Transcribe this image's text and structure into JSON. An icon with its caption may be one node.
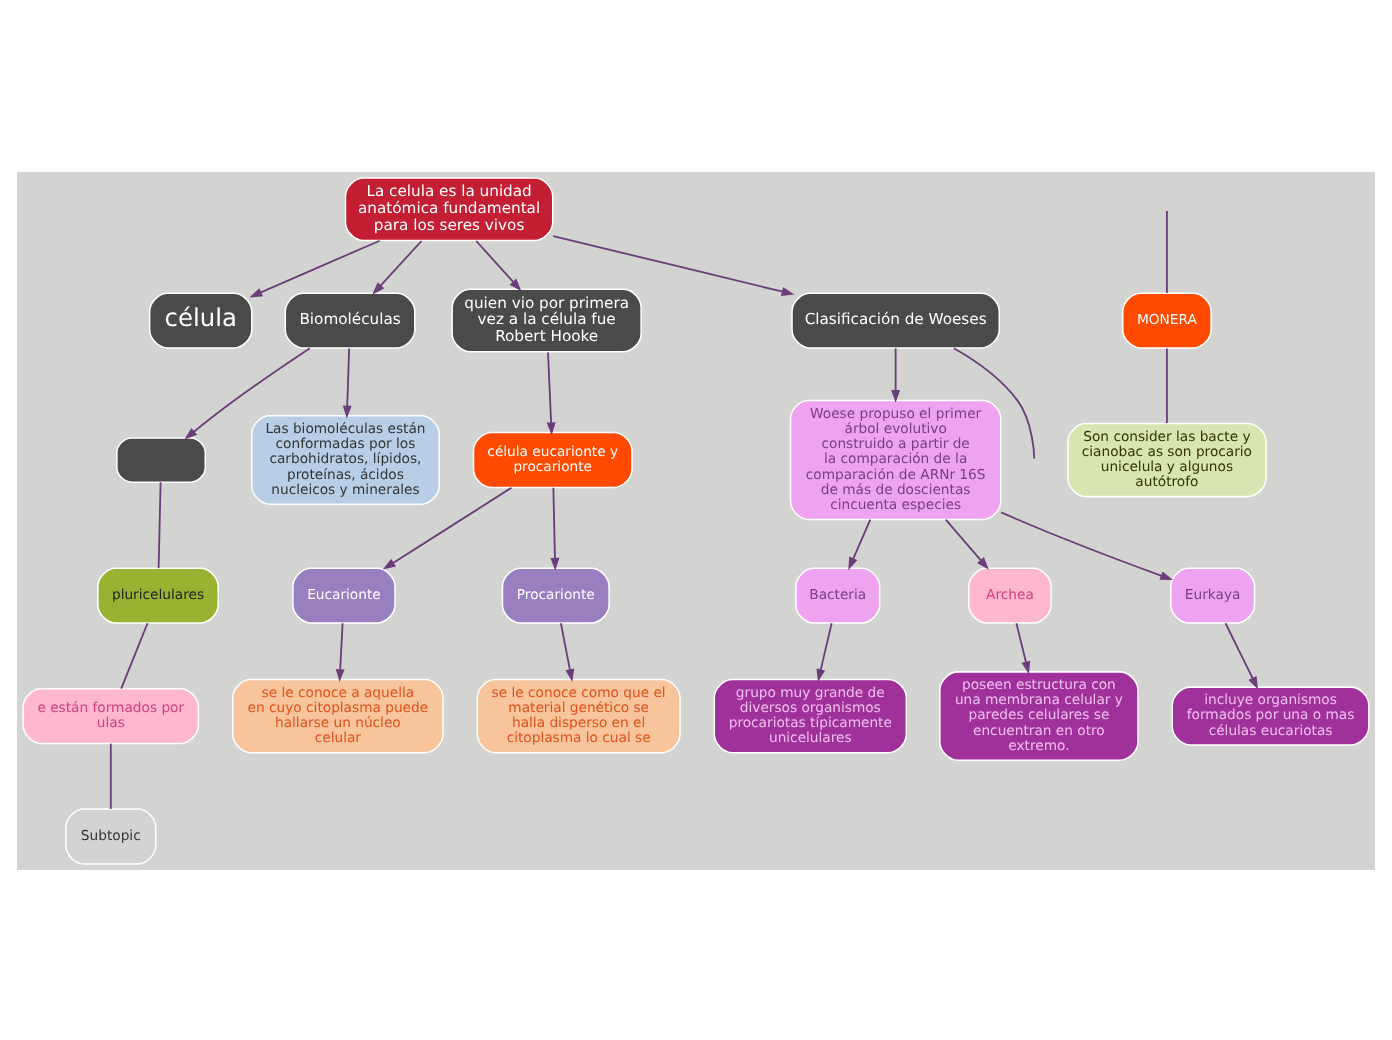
{
  "diagram": {
    "nodes": [
      {
        "text": [
          "célula"
        ]
      },
      {
        "text": [
          "La celula es la unidad anatómica fundamental para los seres vivos"
        ]
      },
      {
        "text": [
          "Biomoléculas"
        ]
      },
      {
        "text": [],
        "shape": "box"
      },
      {
        "text": [
          "pluricelulares"
        ]
      },
      {
        "text": [
          "e están formados por ulas"
        ]
      },
      {
        "text": [
          "Subtopic"
        ]
      },
      {
        "text": [
          "Las biomoléculas están conformadas por los carbohidratos, lípidos, proteínas, ácidos nucleicos y minerales"
        ]
      },
      {
        "text": [
          "quien vio por primera vez a la célula fue Robert Hooke"
        ]
      },
      {
        "text": [
          "célula eucarionte y procarionte"
        ]
      },
      {
        "text": [
          "Eucarionte"
        ]
      },
      {
        "text": [
          "Procarionte"
        ]
      },
      {
        "text": [
          "se le conoce a aquella en cuyo citoplasma puede hallarse un núcleo celular"
        ]
      },
      {
        "text": [
          "se le conoce como que el material genético se halla disperso en el citoplasma lo cual se"
        ]
      },
      {
        "text": [
          "Clasificación de Woeses"
        ]
      },
      {
        "text": [
          "MONERA"
        ]
      },
      {
        "text": [
          "Son consider las bacte y cianobac as son procario unicelula y algunos autótrofo"
        ]
      },
      {
        "text": [
          "Woese propuso el primer árbol evolutivo construido a partir de la comparación de la comparación de ARNr 16S de más de doscientas cincuenta especies"
        ]
      },
      {
        "text": [
          "Bacteria"
        ]
      },
      {
        "text": [
          "Archea"
        ]
      },
      {
        "text": [
          "Eurkaya"
        ]
      },
      {
        "text": [
          "grupo muy grande de diversos organismos procariotas típicamente unicelulares"
        ]
      },
      {
        "text": [
          "poseen estructura con una membrana celular y paredes celulares se encuentran en otro extremo."
        ]
      },
      {
        "text": [
          "incluye organismos formados por una o mas células eucariotas"
        ]
      }
    ],
    "edges": [
      {
        "from": 1,
        "to": 0,
        "arrow": "to"
      },
      {
        "from": 1,
        "to": 2,
        "arrow": "to"
      },
      {
        "from": 2,
        "to": 3,
        "arrow": "to"
      },
      {
        "from": 3,
        "to": 4,
        "arrow": "none"
      },
      {
        "from": 4,
        "to": 5,
        "arrow": "none"
      },
      {
        "from": 5,
        "to": 6,
        "arrow": "none"
      },
      {
        "from": 2,
        "to": 7,
        "arrow": "to"
      },
      {
        "from": 1,
        "to": 8,
        "arrow": "to"
      },
      {
        "from": 8,
        "to": 9,
        "arrow": "to"
      },
      {
        "from": 9,
        "to": 10,
        "arrow": "to"
      },
      {
        "from": 9,
        "to": 11,
        "arrow": "to"
      },
      {
        "from": 10,
        "to": 12,
        "arrow": "to"
      },
      {
        "from": 11,
        "to": 13,
        "arrow": "to"
      },
      {
        "from": 1,
        "to": 14,
        "arrow": "to"
      },
      {
        "from": 14,
        "to": null,
        "arrow": "none"
      },
      {
        "from": null,
        "to": 15,
        "arrow": "none"
      },
      {
        "from": 15,
        "to": 16,
        "arrow": "none"
      },
      {
        "from": 14,
        "to": 17,
        "arrow": "to"
      },
      {
        "from": 17,
        "to": 18,
        "arrow": "to"
      },
      {
        "from": 17,
        "to": 19,
        "arrow": "to"
      },
      {
        "from": 17,
        "to": 20,
        "arrow": "to"
      },
      {
        "from": 18,
        "to": 21,
        "arrow": "to"
      },
      {
        "from": 19,
        "to": 22,
        "arrow": "to"
      },
      {
        "from": 20,
        "to": 23,
        "arrow": "to"
      }
    ]
  }
}
